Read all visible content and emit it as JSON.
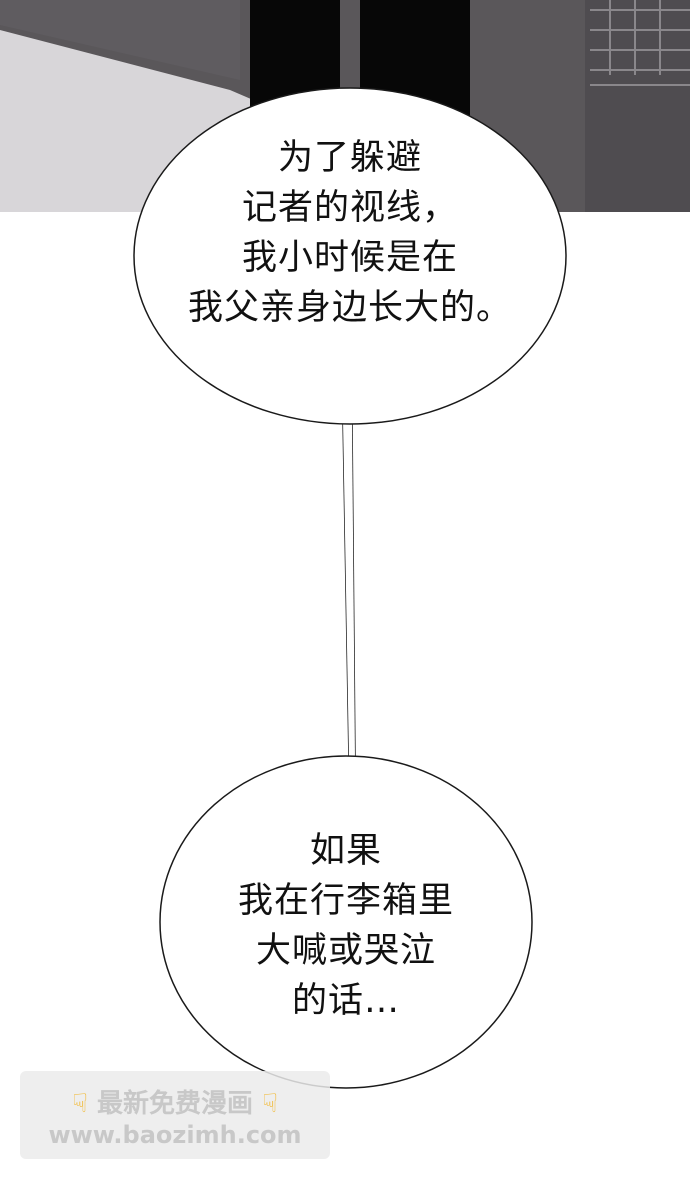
{
  "bubbles": [
    {
      "lines": [
        "为了躲避",
        "记者的视线，",
        "我小时候是在",
        "我父亲身边长大的。"
      ]
    },
    {
      "lines": [
        "如果",
        "我在行李箱里",
        "大喊或哭泣",
        "的话…"
      ]
    }
  ],
  "watermark": {
    "line1": "最新免费漫画",
    "line2": "www.baozimh.com",
    "icon": "pointing-down-hand-icon"
  },
  "colors": {
    "panel_dark": "#5a575a",
    "panel_light": "#d9d7da",
    "bubble_fill": "#ffffff",
    "bubble_stroke": "#1a1a1a"
  }
}
